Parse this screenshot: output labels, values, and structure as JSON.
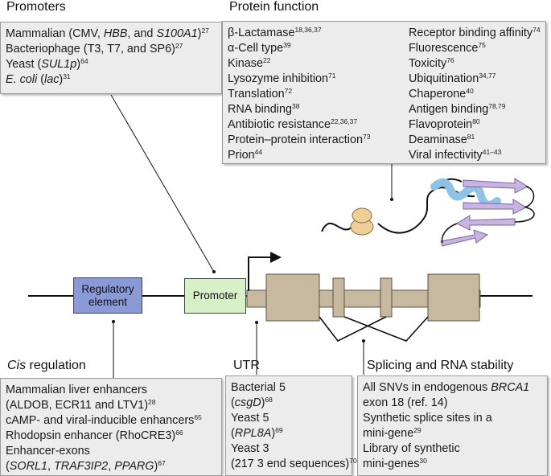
{
  "promoters": {
    "title": "Promoters",
    "lines": [
      {
        "t": "Mammalian (CMV, ",
        "i1": "HBB",
        "t2": ", and ",
        "i2": "S100A1",
        "t3": ")",
        "sup": "27"
      },
      {
        "t": "Bacteriophage (T3, T7, and SP6)",
        "sup": "27"
      },
      {
        "t": "Yeast (",
        "i1": "SUL1p",
        "t2": ")",
        "sup": "64"
      },
      {
        "i1": "E. coli",
        "t2": " (",
        "i2": "lac",
        "t3": ")",
        "sup": "31"
      }
    ]
  },
  "protein_function": {
    "title": "Protein function",
    "left": [
      {
        "t": "β-Lactamase",
        "sup": "18,36,37"
      },
      {
        "t": "α-Cell type",
        "sup": "39"
      },
      {
        "t": "Kinase",
        "sup": "22"
      },
      {
        "t": "Lysozyme inhibition",
        "sup": "71"
      },
      {
        "t": "Translation",
        "sup": "72"
      },
      {
        "t": "RNA binding",
        "sup": "38"
      },
      {
        "t": "Antibiotic resistance",
        "sup": "22,36,37"
      },
      {
        "t": "Protein–protein interaction",
        "sup": "73"
      },
      {
        "t": "Prion",
        "sup": "44"
      }
    ],
    "right": [
      {
        "t": "Receptor binding affinity",
        "sup": "74"
      },
      {
        "t": "Fluorescence",
        "sup": "75"
      },
      {
        "t": "Toxicity",
        "sup": "76"
      },
      {
        "t": "Ubiquitination",
        "sup": "34,77"
      },
      {
        "t": "Chaperone",
        "sup": "40"
      },
      {
        "t": "Antigen binding",
        "sup": "78,79"
      },
      {
        "t": "Flavoprotein",
        "sup": "80"
      },
      {
        "t": "Deaminase",
        "sup": "81"
      },
      {
        "t": "Viral infectivity",
        "sup": "41–43"
      }
    ]
  },
  "gene": {
    "regulatory_label_1": "Regulatory",
    "regulatory_label_2": "element",
    "promoter_label": "Promoter"
  },
  "cis_regulation": {
    "title_italic": "Cis",
    "title_rest": " regulation",
    "lines": [
      {
        "t": "Mammalian liver enhancers"
      },
      {
        "t": "(ALDOB, ECR11 and LTV1)",
        "sup": "28"
      },
      {
        "t": "cAMP- and viral-inducible enhancers",
        "sup": "65"
      },
      {
        "t": "Rhodopsin enhancer (RhoCRE3)",
        "sup": "66"
      },
      {
        "t": "Enhancer-exons"
      },
      {
        "t": "(",
        "i1": "SORL1",
        "t2": ", ",
        "i2": "TRAF3IP2",
        "t3": ", ",
        "i3": "PPARG",
        "t4": ")",
        "sup": "67"
      }
    ]
  },
  "utr": {
    "title": "UTR",
    "lines": [
      {
        "t": "Bacterial 5"
      },
      {
        "t": "(",
        "i1": "csgD",
        "t2": ")",
        "sup": "68"
      },
      {
        "t": "Yeast 5"
      },
      {
        "t": "(",
        "i1": "RPL8A",
        "t2": ")",
        "sup": "69"
      },
      {
        "t": "Yeast 3"
      },
      {
        "t": "(217 3  end sequences)",
        "sup": "70"
      }
    ]
  },
  "splicing": {
    "title": "Splicing and RNA stability",
    "lines": [
      {
        "t": "All SNVs in endogenous ",
        "i1": "BRCA1"
      },
      {
        "t": "exon 18 (ref. 14)"
      },
      {
        "t": "Synthetic splice sites in a"
      },
      {
        "t": "mini-gene",
        "sup": "29"
      },
      {
        "t": "Library of synthetic"
      },
      {
        "t": "mini-genes",
        "sup": "30"
      }
    ]
  },
  "colors": {
    "box_fill": "#ececec",
    "regulatory_fill": "#8a9ad6",
    "promoter_fill": "#d8f0c8",
    "exon_fill": "#c7b9a0",
    "helix": "#8ec3e6",
    "strand": "#c8b4e0",
    "ribosome": "#efcf98"
  }
}
